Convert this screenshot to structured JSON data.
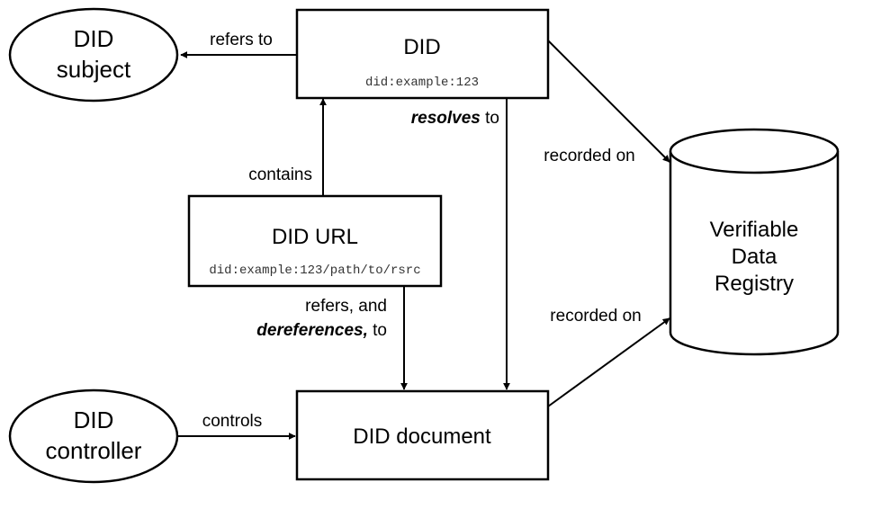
{
  "nodes": {
    "did_subject": {
      "line1": "DID",
      "line2": "subject"
    },
    "did": {
      "title": "DID",
      "example": "did:example:123"
    },
    "did_url": {
      "title": "DID URL",
      "example": "did:example:123/path/to/rsrc"
    },
    "did_controller": {
      "line1": "DID",
      "line2": "controller"
    },
    "did_document": {
      "title": "DID document"
    },
    "registry": {
      "line1": "Verifiable",
      "line2": "Data",
      "line3": "Registry"
    }
  },
  "edges": {
    "refers_to": "refers to",
    "resolves_bold": "resolves",
    "resolves_rest": " to",
    "contains": "contains",
    "refers_and": "refers, and",
    "dereferences_bold": "dereferences,",
    "dereferences_rest": " to",
    "controls": "controls",
    "recorded_on_top": "recorded on",
    "recorded_on_bottom": "recorded on"
  }
}
